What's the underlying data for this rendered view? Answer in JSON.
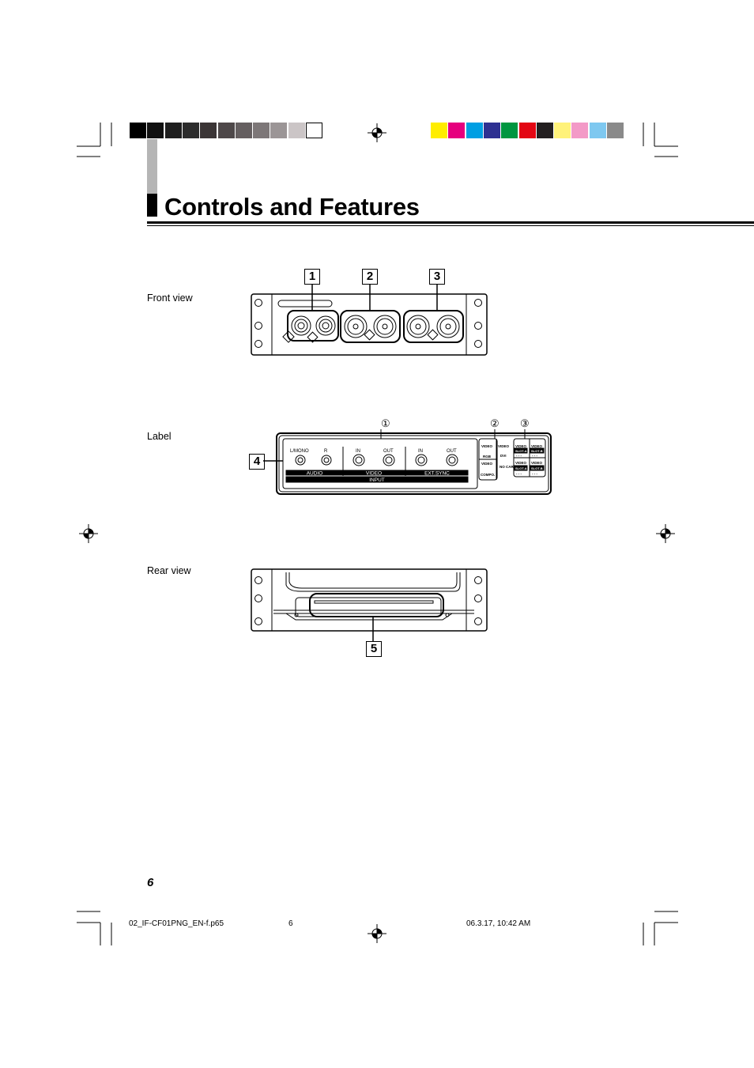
{
  "colors": {
    "grayscale": [
      "#000000",
      "#111111",
      "#1f1f1f",
      "#2c2c2c",
      "#3b3536",
      "#4e4849",
      "#655f60",
      "#7d7778",
      "#9b9596",
      "#cbc5c6",
      "#ffffff"
    ],
    "process": [
      "#ffed00",
      "#e6007e",
      "#009fe3",
      "#2e3192",
      "#009640",
      "#e30613",
      "#231f20",
      "#fff27a",
      "#f39ac7",
      "#7ec8f0",
      "#8a8a8a"
    ]
  },
  "page": {
    "title": "Controls and Features",
    "page_number": "6"
  },
  "views": {
    "front": {
      "label": "Front view",
      "callouts": [
        "1",
        "2",
        "3"
      ]
    },
    "label": {
      "label": "Label",
      "callout": "4",
      "circled_marks": [
        "①",
        "②",
        "③"
      ],
      "connector_labels": {
        "l_mono": "L/MONO",
        "r": "R",
        "video_in": "IN",
        "video_out": "OUT",
        "sync_in": "IN",
        "sync_out": "OUT"
      },
      "group_labels": {
        "audio": "AUDIO",
        "video": "VIDEO",
        "ext_sync": "EXT.SYNC",
        "input": "INPUT"
      },
      "mode_panel": {
        "video": "VIDEO",
        "rgb": "RGB",
        "video2": "VIDEO",
        "compo": "COMPO.",
        "video_top_right": "VIDEO",
        "dvi": "DVI",
        "no_card": "NO CARD"
      },
      "status_panel": {
        "video_1": "VIDEO",
        "slot_a1": "SLOT-A",
        "video_2": "VIDEO",
        "slot_b1": "SLOT-B",
        "dashes_1": "- - -",
        "dashes_2": "- - -",
        "video_3": "VIDEO",
        "slot_a2": "SLOT-A",
        "video_4": "VIDEO",
        "slot_b2": "SLOT-B",
        "dashes_3": "- - -",
        "dashes_4": "- - -"
      }
    },
    "rear": {
      "label": "Rear view",
      "callout": "5"
    }
  },
  "footer": {
    "file": "02_IF-CF01PNG_EN-f.p65",
    "page": "6",
    "timestamp": "06.3.17, 10:42 AM"
  }
}
